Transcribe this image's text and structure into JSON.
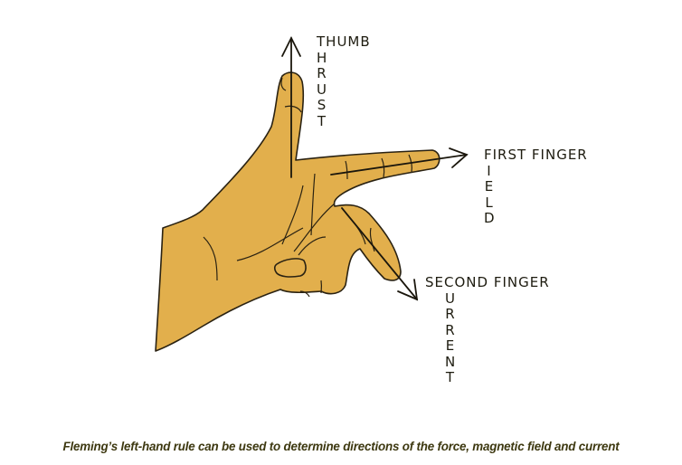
{
  "colors": {
    "skin": "#E2AF4C",
    "outline": "#2a2212",
    "caption": "#3d3810"
  },
  "labels": {
    "thumb": {
      "heading": "THUMB",
      "vertical": "THRUST"
    },
    "first_finger": {
      "heading": "FIRST  FINGER",
      "vertical": "FIELD"
    },
    "second_finger": {
      "heading": "SECOND  FINGER",
      "vertical": "CURRENT"
    }
  },
  "caption": "Fleming’s left-hand rule can be used to determine directions of the force, magnetic field and current"
}
